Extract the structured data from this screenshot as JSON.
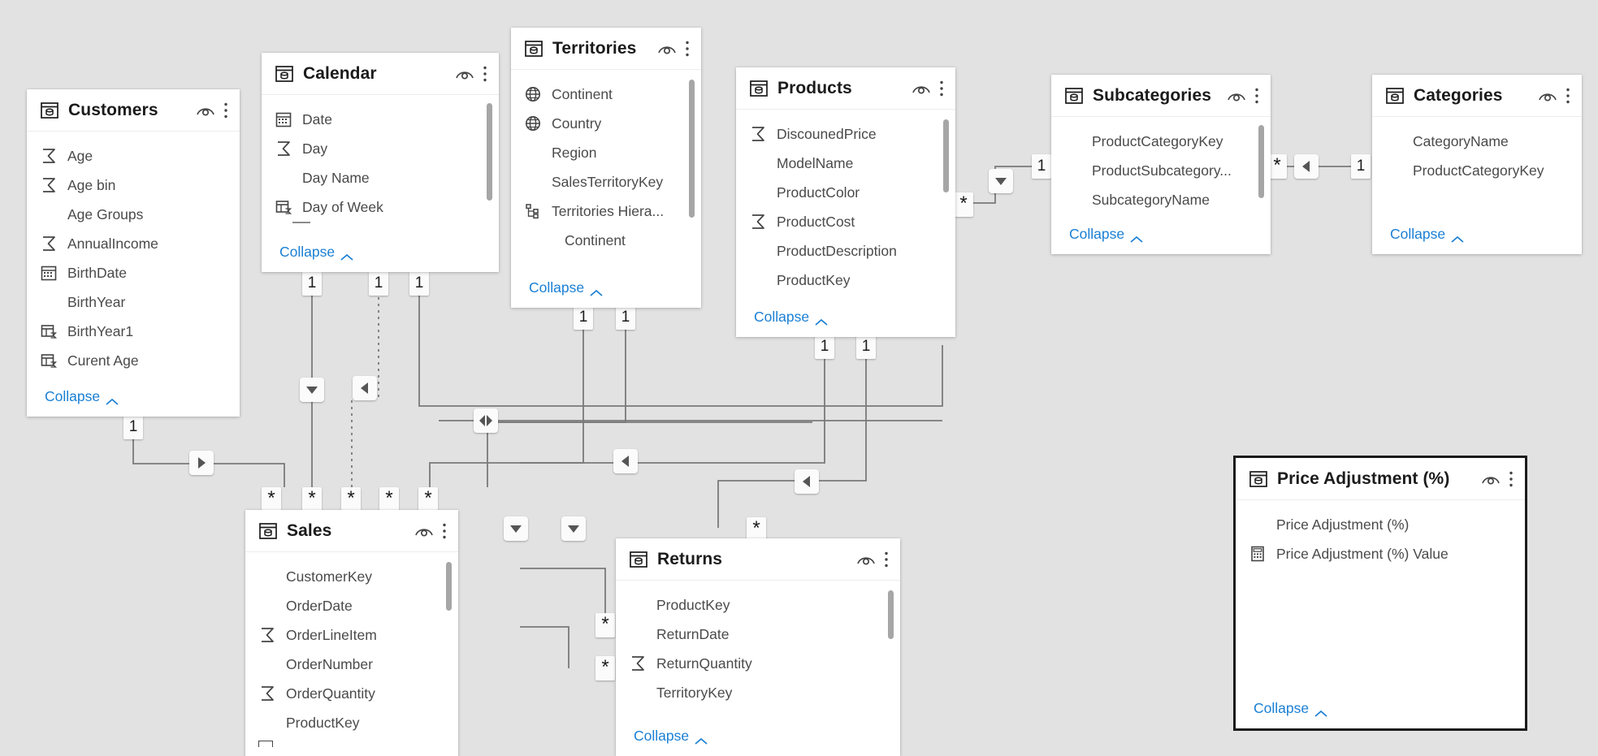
{
  "app": {
    "view": "Power BI Model View",
    "canvas_color": "#e2e2e2",
    "accent_color": "#1a7fd4",
    "selection_color": "#1b1b1b"
  },
  "common": {
    "collapse_label": "Collapse",
    "eye_icon": "eye-icon",
    "ellipsis_icon": "more-options-icon",
    "table_icon": "table-icon"
  },
  "tables": [
    {
      "name": "Customers",
      "selected": false,
      "fields": [
        {
          "label": "Age",
          "icon": "sigma-icon"
        },
        {
          "label": "Age bin",
          "icon": "sigma-icon"
        },
        {
          "label": "Age Groups",
          "icon": "none"
        },
        {
          "label": "AnnualIncome",
          "icon": "sigma-icon"
        },
        {
          "label": "BirthDate",
          "icon": "calendar-icon"
        },
        {
          "label": "BirthYear",
          "icon": "none"
        },
        {
          "label": "BirthYear1",
          "icon": "calculated-column-icon"
        },
        {
          "label": "Curent Age",
          "icon": "calculated-column-icon"
        }
      ]
    },
    {
      "name": "Calendar",
      "selected": false,
      "fields": [
        {
          "label": "Date",
          "icon": "calendar-icon"
        },
        {
          "label": "Day",
          "icon": "sigma-icon"
        },
        {
          "label": "Day Name",
          "icon": "none"
        },
        {
          "label": "Day of Week",
          "icon": "calculated-column-icon"
        }
      ]
    },
    {
      "name": "Territories",
      "selected": false,
      "fields": [
        {
          "label": "Continent",
          "icon": "globe-icon"
        },
        {
          "label": "Country",
          "icon": "globe-icon"
        },
        {
          "label": "Region",
          "icon": "none"
        },
        {
          "label": "SalesTerritoryKey",
          "icon": "none"
        },
        {
          "label": "Territories Hiera...",
          "icon": "hierarchy-icon"
        },
        {
          "label": "Continent",
          "icon": "none",
          "indent": true
        }
      ]
    },
    {
      "name": "Products",
      "selected": false,
      "fields": [
        {
          "label": "DiscounedPrice",
          "icon": "sigma-icon"
        },
        {
          "label": "ModelName",
          "icon": "none"
        },
        {
          "label": "ProductColor",
          "icon": "none"
        },
        {
          "label": "ProductCost",
          "icon": "sigma-icon"
        },
        {
          "label": "ProductDescription",
          "icon": "none"
        },
        {
          "label": "ProductKey",
          "icon": "none"
        }
      ]
    },
    {
      "name": "Subcategories",
      "selected": false,
      "fields": [
        {
          "label": "ProductCategoryKey",
          "icon": "none"
        },
        {
          "label": "ProductSubcategory...",
          "icon": "none"
        },
        {
          "label": "SubcategoryName",
          "icon": "none"
        }
      ]
    },
    {
      "name": "Categories",
      "selected": false,
      "fields": [
        {
          "label": "CategoryName",
          "icon": "none"
        },
        {
          "label": "ProductCategoryKey",
          "icon": "none"
        }
      ]
    },
    {
      "name": "Sales",
      "selected": false,
      "fields": [
        {
          "label": "CustomerKey",
          "icon": "none"
        },
        {
          "label": "OrderDate",
          "icon": "none"
        },
        {
          "label": "OrderLineItem",
          "icon": "sigma-icon"
        },
        {
          "label": "OrderNumber",
          "icon": "none"
        },
        {
          "label": "OrderQuantity",
          "icon": "sigma-icon"
        },
        {
          "label": "ProductKey",
          "icon": "none"
        }
      ]
    },
    {
      "name": "Returns",
      "selected": false,
      "fields": [
        {
          "label": "ProductKey",
          "icon": "none"
        },
        {
          "label": "ReturnDate",
          "icon": "none"
        },
        {
          "label": "ReturnQuantity",
          "icon": "sigma-icon"
        },
        {
          "label": "TerritoryKey",
          "icon": "none"
        }
      ]
    },
    {
      "name": "Price Adjustment (%)",
      "selected": true,
      "fields": [
        {
          "label": "Price Adjustment (%)",
          "icon": "none"
        },
        {
          "label": "Price Adjustment (%) Value",
          "icon": "measure-icon"
        }
      ]
    }
  ],
  "cardinality_badges": [
    {
      "id": "customers-one",
      "value": "1"
    },
    {
      "id": "calendar-one-a",
      "value": "1"
    },
    {
      "id": "calendar-one-b",
      "value": "1"
    },
    {
      "id": "calendar-one-c",
      "value": "1"
    },
    {
      "id": "territories-one-a",
      "value": "1"
    },
    {
      "id": "territories-one-b",
      "value": "1"
    },
    {
      "id": "products-one-a",
      "value": "1"
    },
    {
      "id": "products-one-b",
      "value": "1"
    },
    {
      "id": "subcat-one",
      "value": "1"
    },
    {
      "id": "categories-one",
      "value": "1"
    },
    {
      "id": "sales-many-a",
      "value": "*"
    },
    {
      "id": "sales-many-b",
      "value": "*"
    },
    {
      "id": "sales-many-c",
      "value": "*"
    },
    {
      "id": "sales-many-d",
      "value": "*"
    },
    {
      "id": "sales-many-e",
      "value": "*"
    },
    {
      "id": "returns-many-a",
      "value": "*"
    },
    {
      "id": "returns-many-b",
      "value": "*"
    },
    {
      "id": "returns-many-c",
      "value": "*"
    },
    {
      "id": "products-many",
      "value": "*"
    },
    {
      "id": "subcat-many",
      "value": "*"
    }
  ],
  "direction_badges": [
    {
      "id": "dir-customers-sales",
      "direction": "right"
    },
    {
      "id": "dir-calendar-sales",
      "direction": "down"
    },
    {
      "id": "dir-calendar-dotted",
      "direction": "left"
    },
    {
      "id": "dir-terr-mid",
      "direction": "both"
    },
    {
      "id": "dir-terr-returns",
      "direction": "left"
    },
    {
      "id": "dir-products-sales",
      "direction": "left"
    },
    {
      "id": "dir-products-returns",
      "direction": "left"
    },
    {
      "id": "dir-sales-down-a",
      "direction": "down"
    },
    {
      "id": "dir-sales-down-b",
      "direction": "down"
    },
    {
      "id": "dir-subcat-products",
      "direction": "down"
    },
    {
      "id": "dir-cat-subcat",
      "direction": "left"
    }
  ]
}
